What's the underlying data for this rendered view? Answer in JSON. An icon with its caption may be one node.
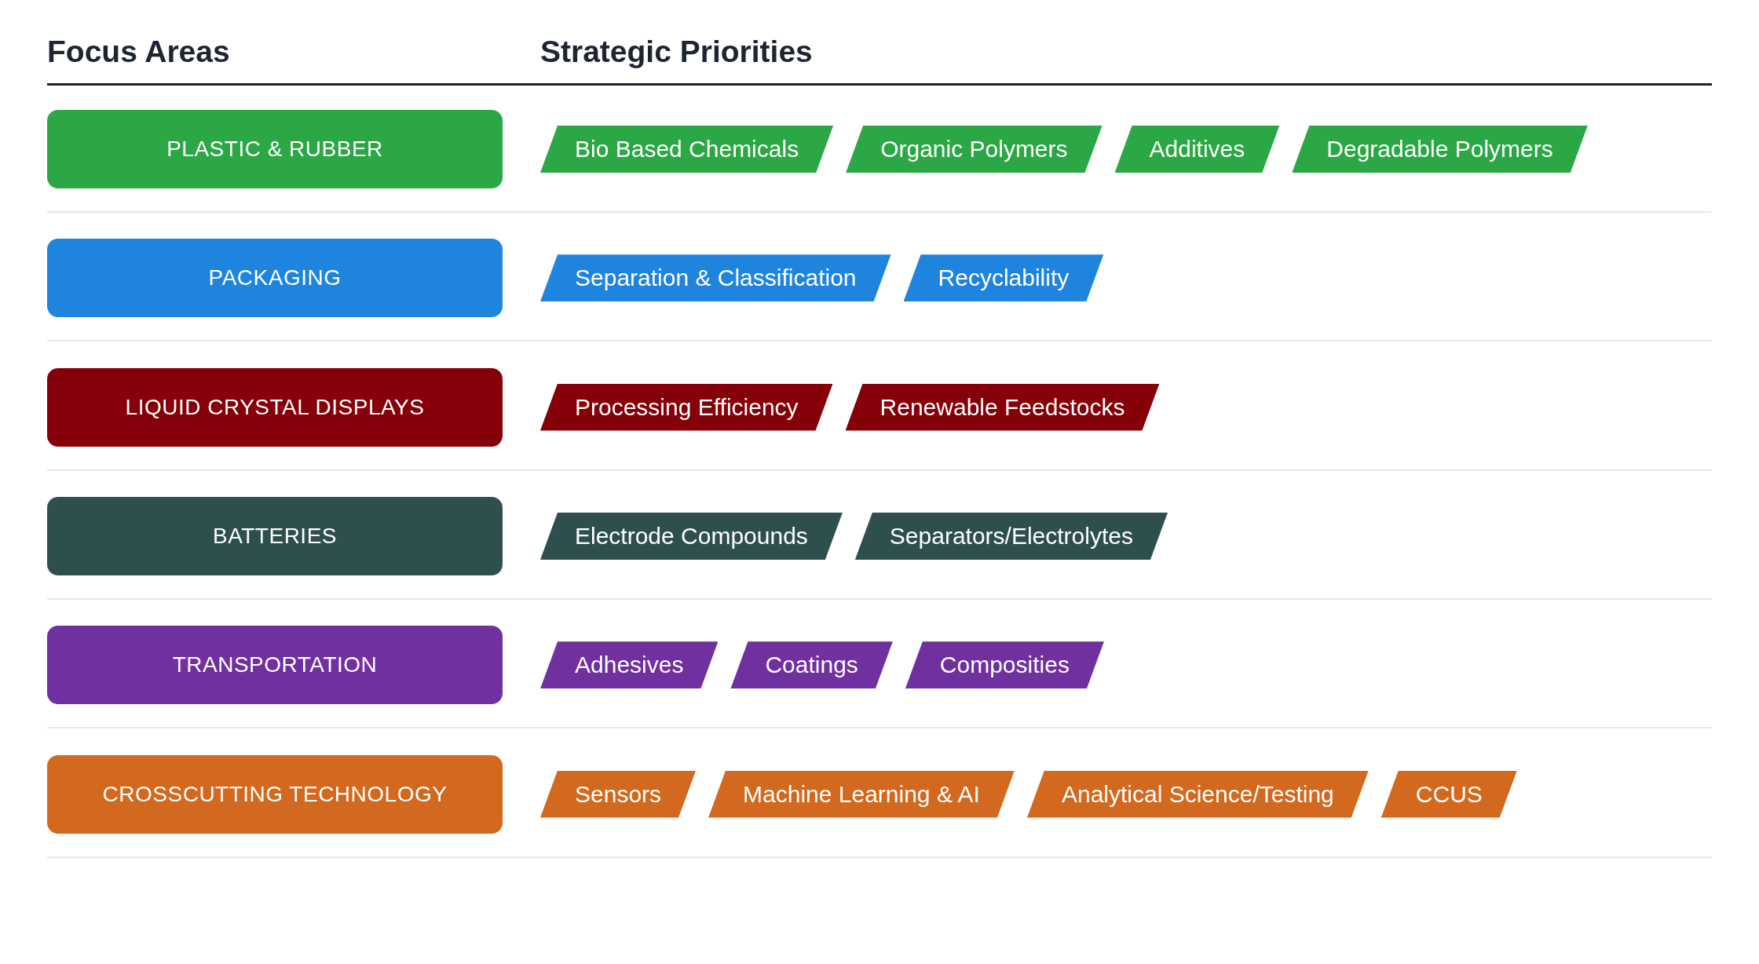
{
  "diagram": {
    "nodes": [
      {
        "text": [
          "PLASTIC & RUBBER"
        ]
      },
      {
        "text": [
          "Bio Based Chemicals"
        ]
      },
      {
        "text": [
          "Organic Polymers"
        ]
      },
      {
        "text": [
          "Additives"
        ]
      },
      {
        "text": [
          "Degradable Polymers"
        ]
      },
      {
        "text": [
          "PACKAGING"
        ]
      },
      {
        "text": [
          "Separation & Classification"
        ]
      },
      {
        "text": [
          "Recyclability"
        ]
      },
      {
        "text": [
          "LIQUID CRYSTAL DISPLAYS"
        ]
      },
      {
        "text": [
          "Processing Efficiency"
        ]
      },
      {
        "text": [
          "Renewable Feedstocks"
        ]
      },
      {
        "text": [
          "BATTERIES"
        ]
      },
      {
        "text": [
          "Electrode Compounds"
        ]
      },
      {
        "text": [
          "Separators/Electrolytes"
        ]
      },
      {
        "text": [
          "TRANSPORTATION"
        ]
      },
      {
        "text": [
          "Adhesives"
        ]
      },
      {
        "text": [
          "Coatings"
        ]
      },
      {
        "text": [
          "Composities"
        ]
      },
      {
        "text": [
          "CROSSCUTTING TECHNOLOGY"
        ]
      },
      {
        "text": [
          "Sensors"
        ]
      },
      {
        "text": [
          "Machine Learning & AI"
        ]
      },
      {
        "text": [
          "Analytical Science/Testing"
        ]
      },
      {
        "text": [
          "CCUS"
        ]
      }
    ],
    "labels": [
      "Focus Areas",
      "Strategic Priorities"
    ]
  }
}
